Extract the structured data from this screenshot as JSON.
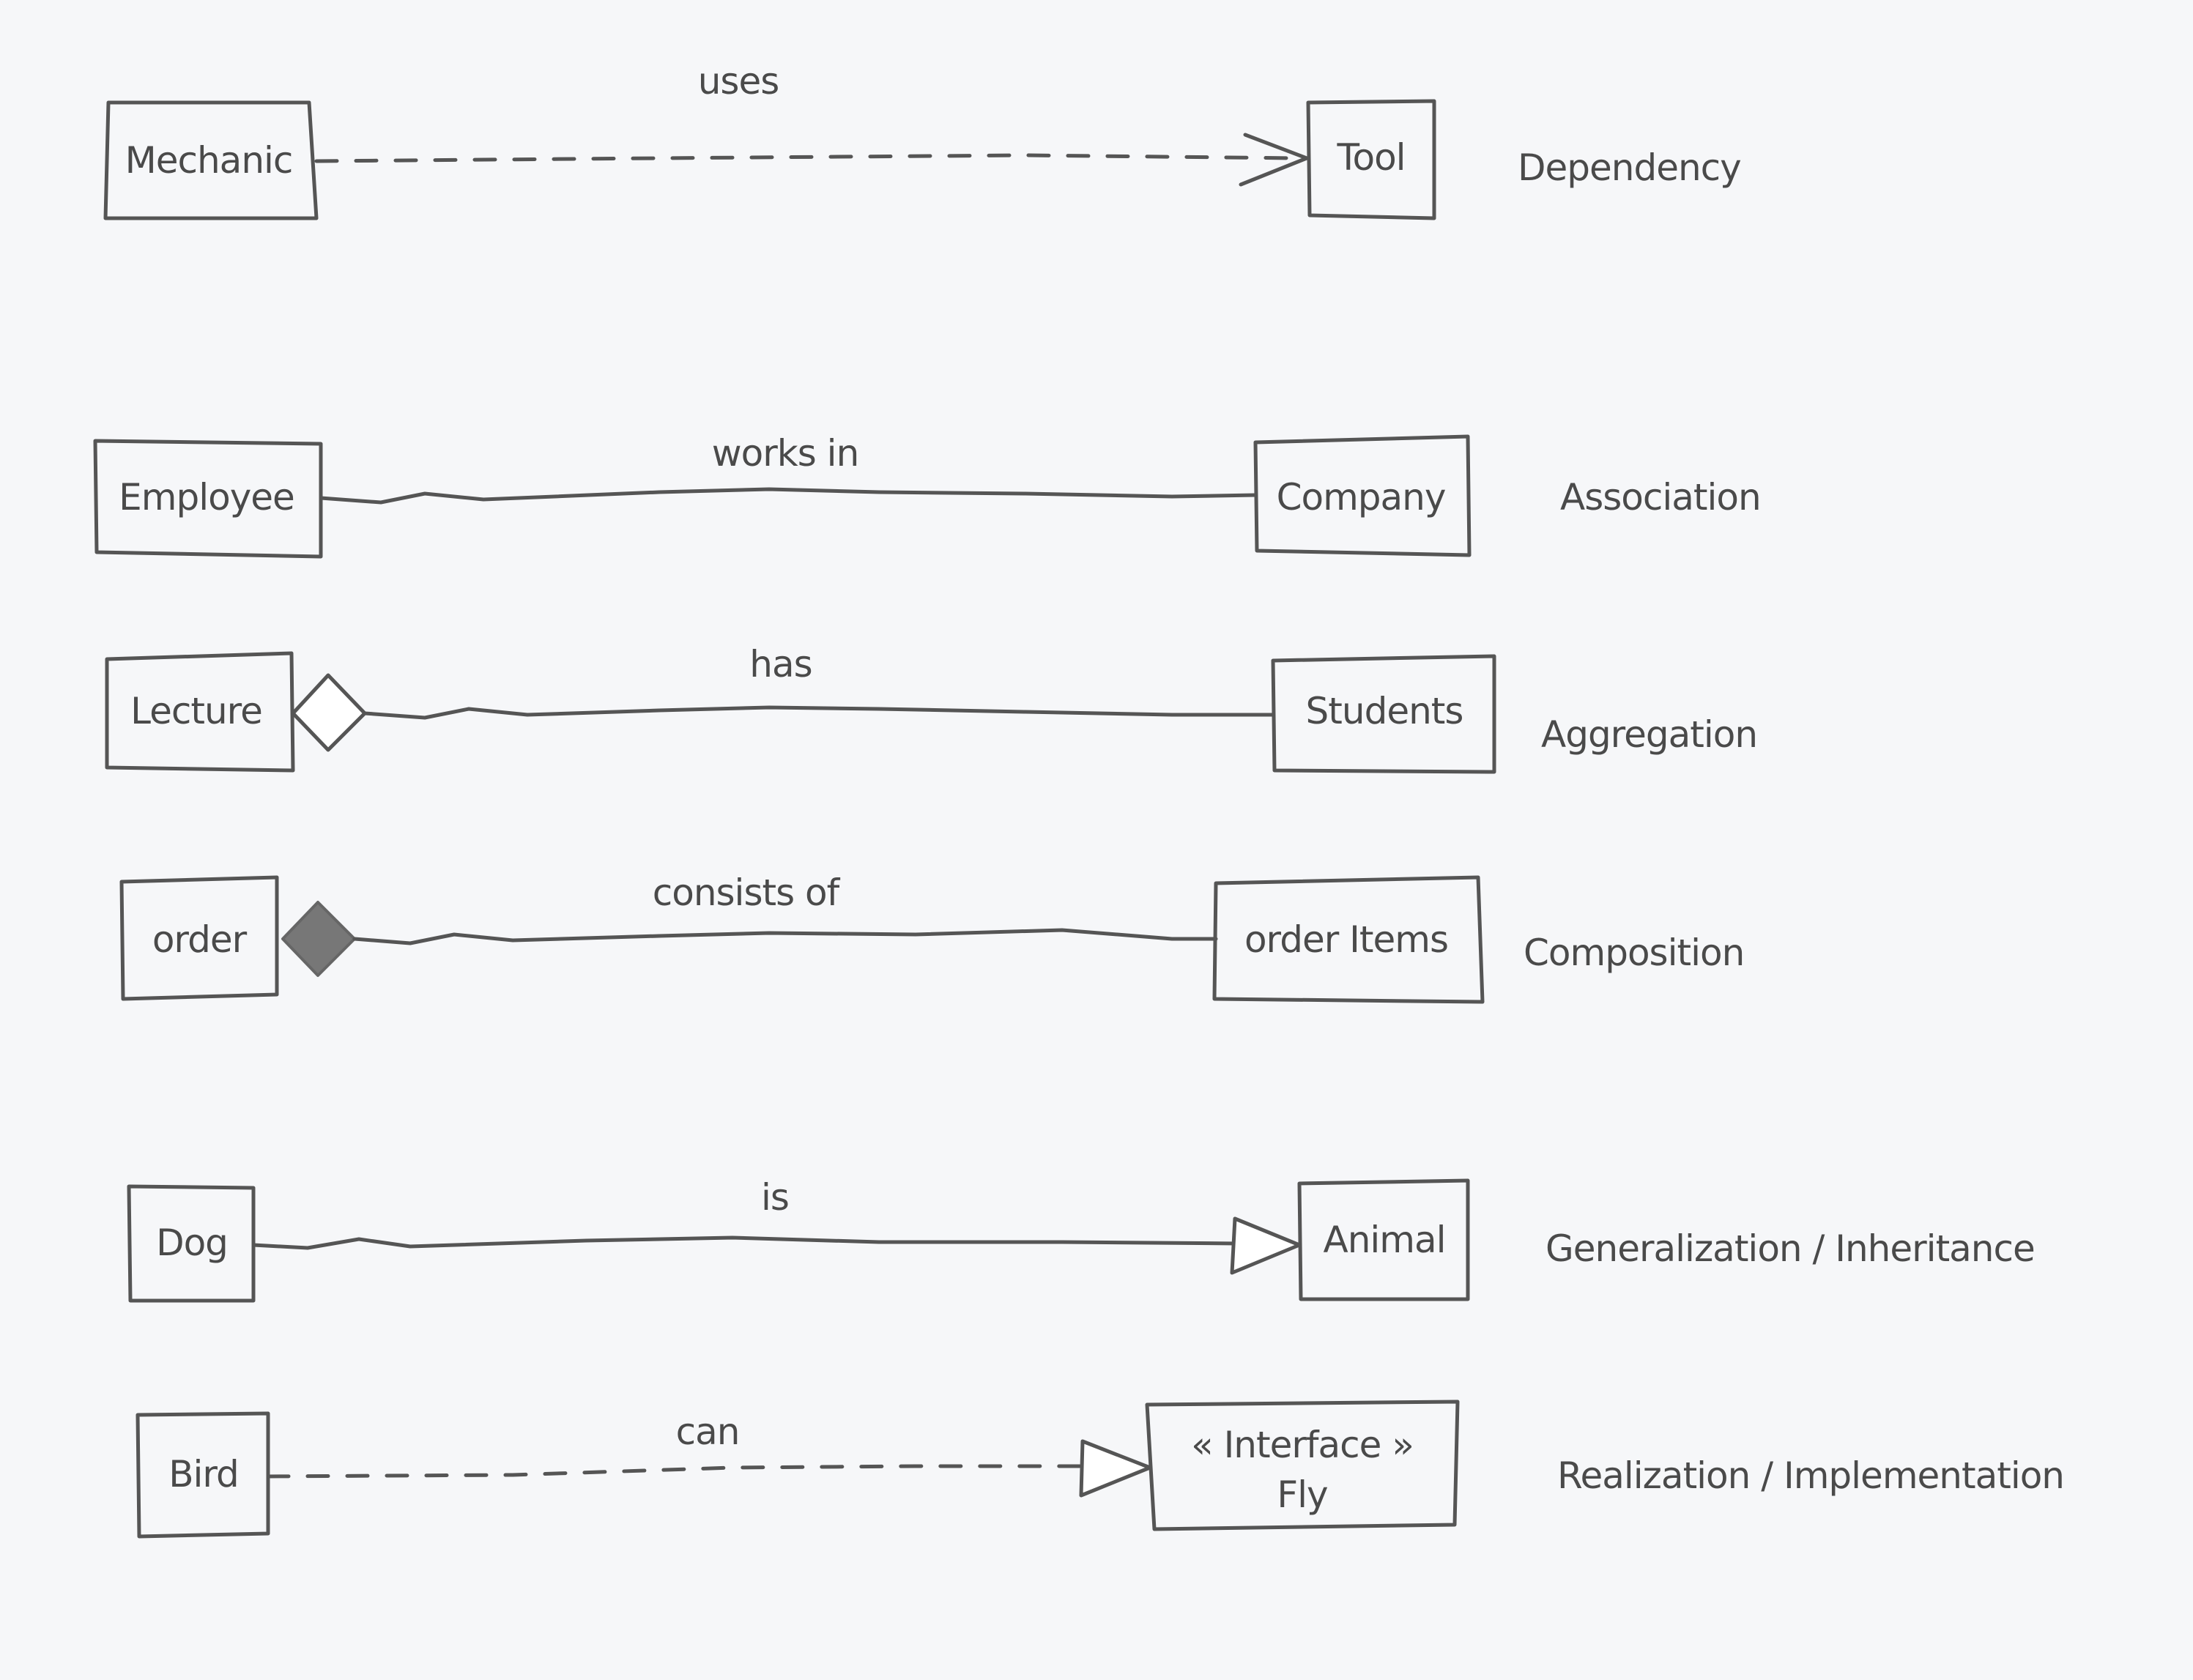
{
  "relationships": [
    {
      "kind": "Dependency",
      "source": "Mechanic",
      "target": "Tool",
      "label": "uses"
    },
    {
      "kind": "Association",
      "source": "Employee",
      "target": "Company",
      "label": "works in"
    },
    {
      "kind": "Aggregation",
      "source": "Lecture",
      "target": "Students",
      "label": "has"
    },
    {
      "kind": "Composition",
      "source": "order",
      "target": "order Items",
      "label": "consists of"
    },
    {
      "kind": "Generalization / Inheritance",
      "source": "Dog",
      "target": "Animal",
      "label": "is"
    },
    {
      "kind": "Realization / Implementation",
      "source": "Bird",
      "target": "Fly",
      "target_stereotype": "« Interface »",
      "label": "can"
    }
  ],
  "colors": {
    "background": "#f6f7f9",
    "stroke": "#555555",
    "text": "#4a4a4a"
  }
}
